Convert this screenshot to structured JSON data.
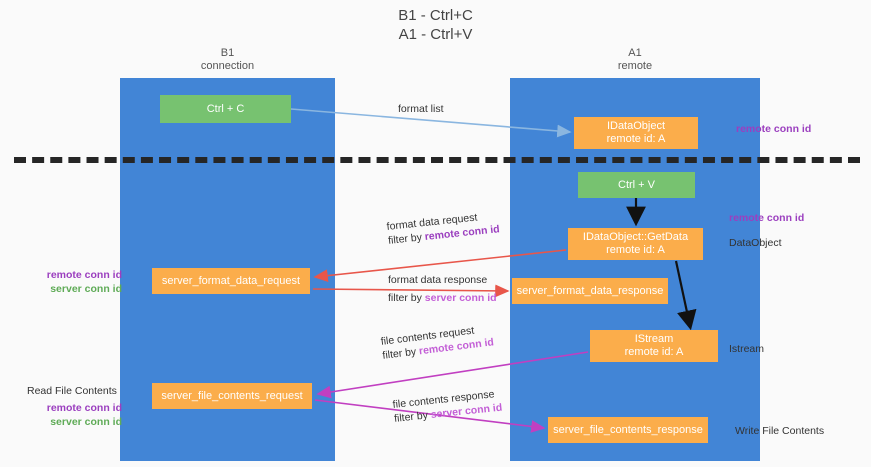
{
  "title": "B1 - Ctrl+C\nA1 - Ctrl+V",
  "lanes": [
    {
      "id": "b1",
      "label": "B1\nconnection",
      "color": "#4285d6"
    },
    {
      "id": "a1",
      "label": "A1\nremote",
      "color": "#4285d6"
    }
  ],
  "colors": {
    "lane": "#4285d6",
    "green_node": "#77c270",
    "orange_node": "#fbad4b",
    "purple_text": "#9b3fbf",
    "green_text": "#5fab57",
    "pink_text": "#c35fd6",
    "blue_arrow": "#8ab6e0",
    "red_arrow": "#e8564a",
    "magenta_arrow": "#c13fc1",
    "black_arrow": "#111111",
    "divider": "#262626"
  },
  "nodes": {
    "ctrl_c": "Ctrl + C",
    "data_object": "IDataObject\nremote id: A",
    "ctrl_v": "Ctrl + V",
    "get_data": "IDataObject::GetData\nremote id: A",
    "server_format_data_request": "server_format_data_request",
    "server_format_data_response": "server_format_data_response",
    "istream": "IStream\nremote id: A",
    "server_file_contents_request": "server_file_contents_request",
    "server_file_contents_response": "server_file_contents_response"
  },
  "edge_labels": {
    "format_list": "format list",
    "format_data_request": "format data request",
    "format_data_request_filter_prefix": "filter by ",
    "format_data_request_filter_value": "remote conn id",
    "format_data_response": "format data response",
    "format_data_response_filter_prefix": "filter by ",
    "format_data_response_filter_value": "server conn id",
    "file_contents_request": "file contents request",
    "file_contents_request_filter_prefix": "filter by ",
    "file_contents_request_filter_value": "remote conn id",
    "file_contents_response": "file contents response",
    "file_contents_response_filter_prefix": "filter by ",
    "file_contents_response_filter_value": "server conn id"
  },
  "side_labels": {
    "right_remote_conn_id_top": "remote conn id",
    "right_remote_conn_id_mid": "remote conn id",
    "right_dataobject": "DataObject",
    "right_istream": "Istream",
    "right_write_file_contents": "Write File Contents",
    "left_remote_conn_id_mid": "remote conn id",
    "left_server_conn_id_mid": "server conn id",
    "left_read_file_contents": "Read File Contents",
    "left_remote_conn_id_bottom": "remote conn id",
    "left_server_conn_id_bottom": "server conn id"
  }
}
